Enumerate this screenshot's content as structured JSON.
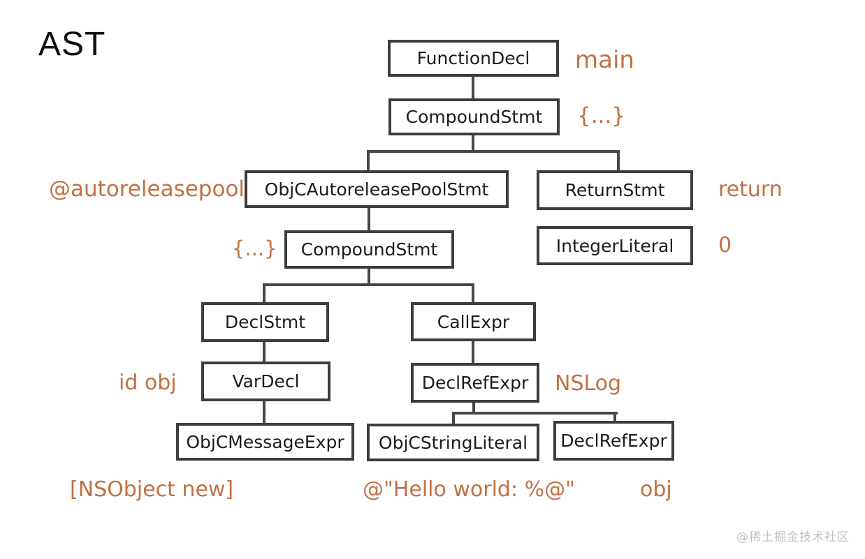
{
  "title": "AST",
  "watermark": "@稀土掘金技术社区",
  "colors": {
    "box_border": "#3d3d3d",
    "box_text": "#1b1b1b",
    "annotation_orange": "#c07144",
    "connector_line": "#474747",
    "watermark_gray": "#c2c2c2",
    "background": "#ffffff"
  },
  "nodes": {
    "function_decl": {
      "label": "FunctionDecl",
      "annotation": "main"
    },
    "compound_stmt_outer": {
      "label": "CompoundStmt",
      "annotation": "{...}"
    },
    "autorelease_pool": {
      "label": "ObjCAutoreleasePoolStmt",
      "annotation": "@autoreleasepool"
    },
    "return_stmt": {
      "label": "ReturnStmt",
      "annotation": "return"
    },
    "integer_literal": {
      "label": "IntegerLiteral",
      "annotation": "0"
    },
    "compound_stmt_inner": {
      "label": "CompoundStmt",
      "annotation": "{...}"
    },
    "decl_stmt": {
      "label": "DeclStmt",
      "annotation": ""
    },
    "call_expr": {
      "label": "CallExpr",
      "annotation": ""
    },
    "var_decl": {
      "label": "VarDecl",
      "annotation": "id obj"
    },
    "decl_ref_expr_nslog": {
      "label": "DeclRefExpr",
      "annotation": "NSLog"
    },
    "objc_message_expr": {
      "label": "ObjCMessageExpr",
      "annotation": "[NSObject new]"
    },
    "objc_string_literal": {
      "label": "ObjCStringLiteral",
      "annotation": "@\"Hello world: %@\""
    },
    "decl_ref_expr_obj": {
      "label": "DeclRefExpr",
      "annotation": "obj"
    }
  }
}
